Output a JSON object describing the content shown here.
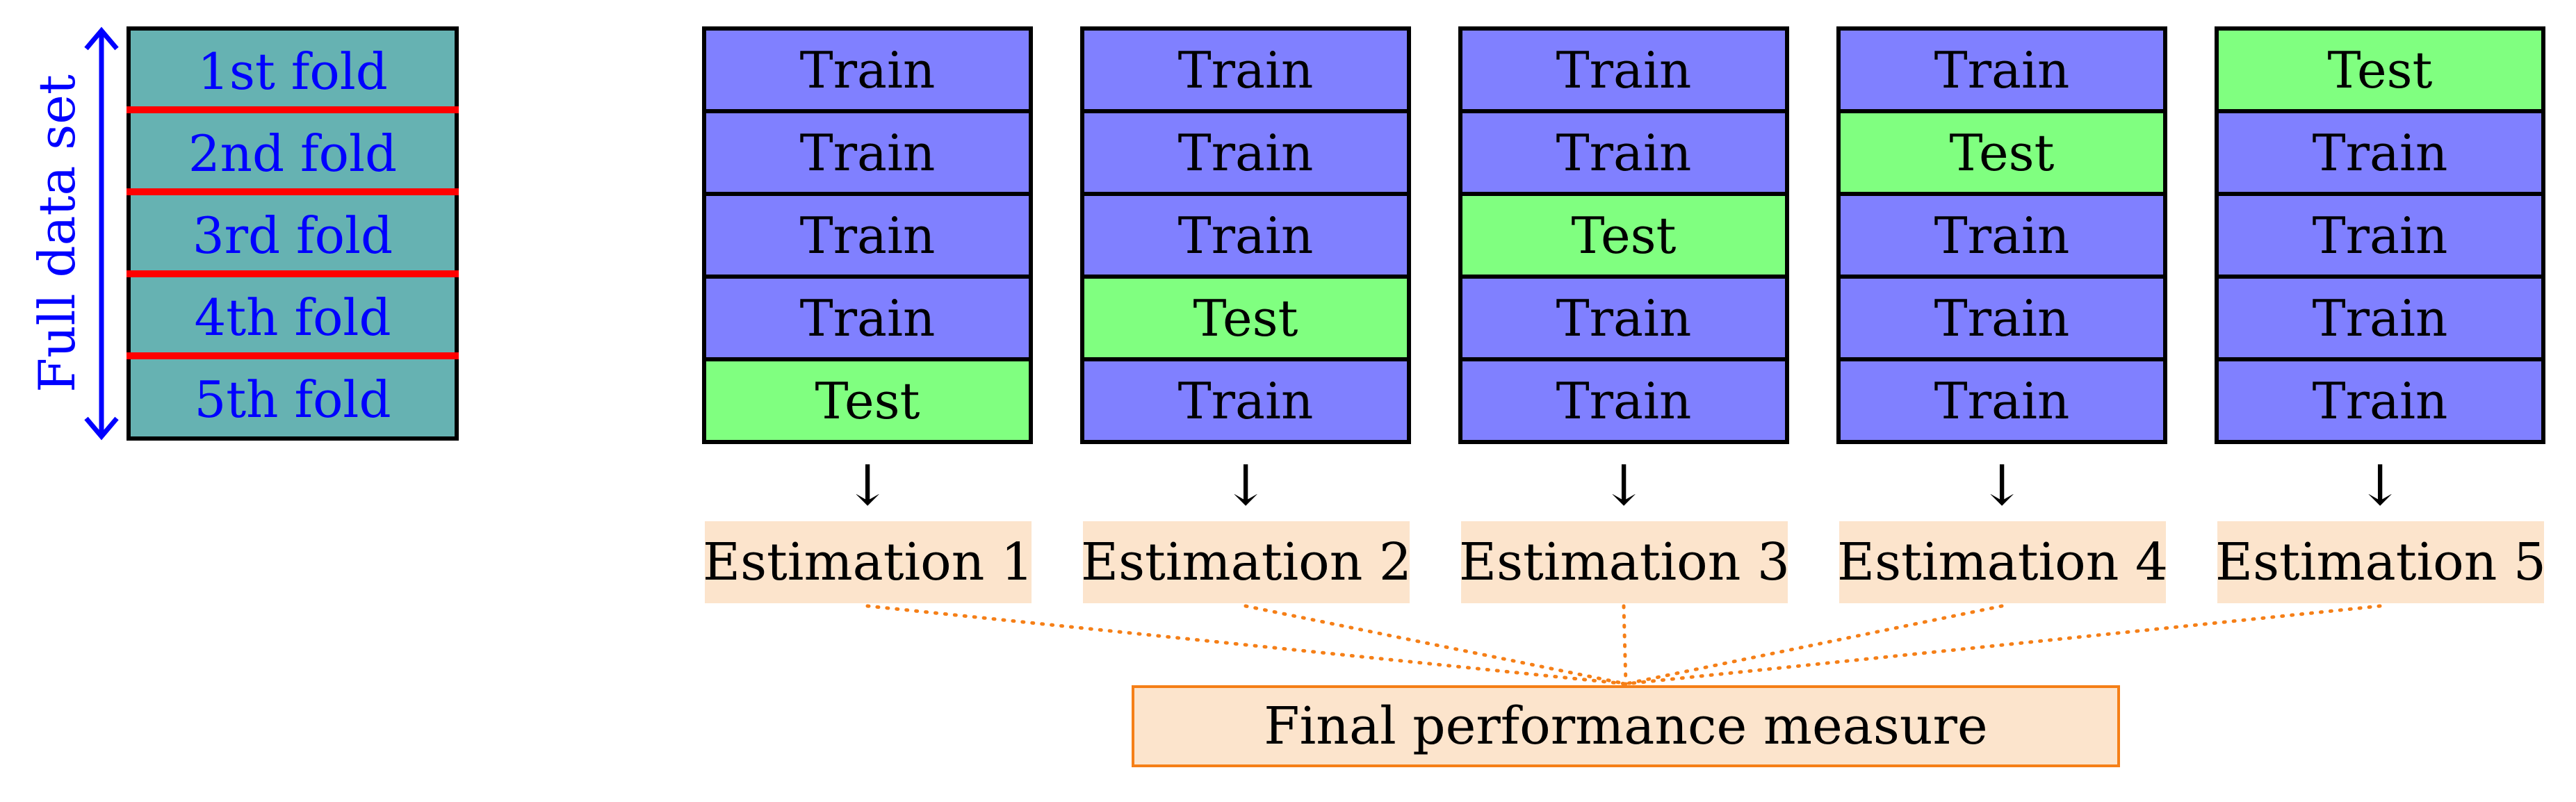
{
  "full_data_label": "Full data set",
  "folds": [
    "1st fold",
    "2nd fold",
    "3rd fold",
    "4th fold",
    "5th fold"
  ],
  "iterations": [
    {
      "cells": [
        "Train",
        "Train",
        "Train",
        "Train",
        "Test"
      ],
      "estimation": "Estimation 1"
    },
    {
      "cells": [
        "Train",
        "Train",
        "Train",
        "Test",
        "Train"
      ],
      "estimation": "Estimation 2"
    },
    {
      "cells": [
        "Train",
        "Train",
        "Test",
        "Train",
        "Train"
      ],
      "estimation": "Estimation 3"
    },
    {
      "cells": [
        "Train",
        "Test",
        "Train",
        "Train",
        "Train"
      ],
      "estimation": "Estimation 4"
    },
    {
      "cells": [
        "Test",
        "Train",
        "Train",
        "Train",
        "Train"
      ],
      "estimation": "Estimation 5"
    }
  ],
  "arrow_glyph": "↓",
  "final_label": "Final performance measure",
  "colors": {
    "train": "#8080ff",
    "test": "#80ff80",
    "fold_fill": "#66b2b2",
    "fold_separator": "#ff0000",
    "fold_text": "#0000ff",
    "estimation_fill": "#fce4cc",
    "connector": "#f57f17"
  }
}
